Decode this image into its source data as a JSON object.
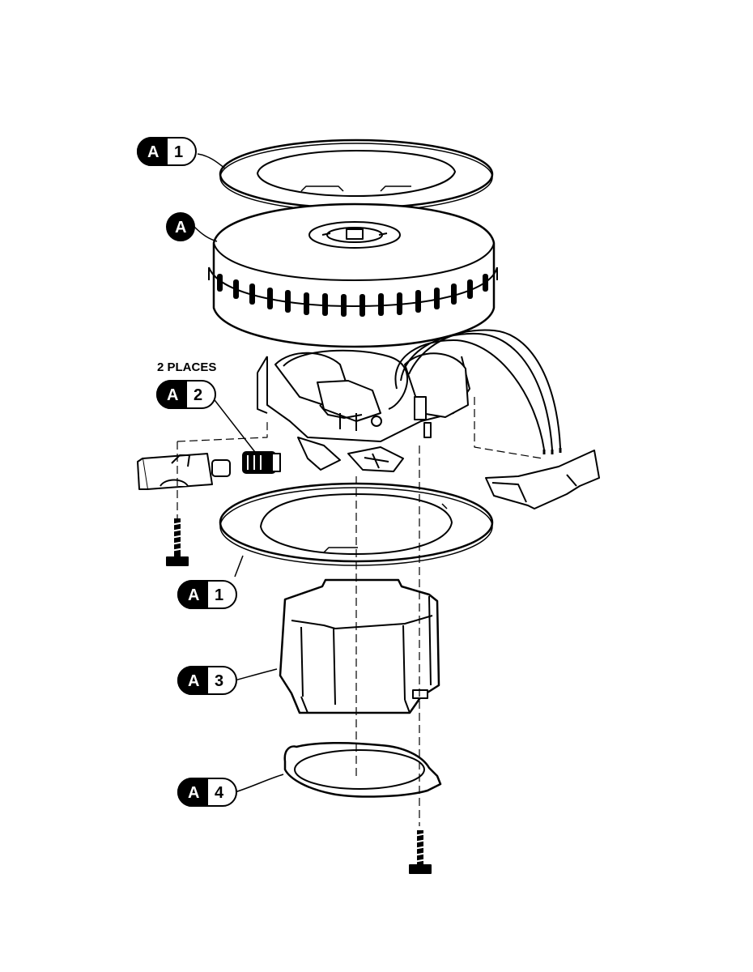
{
  "note": "2 PLACES",
  "callouts": [
    {
      "id": "a1-top",
      "letter": "A",
      "number": "1"
    },
    {
      "id": "a",
      "letter": "A",
      "number": ""
    },
    {
      "id": "a2",
      "letter": "A",
      "number": "2"
    },
    {
      "id": "a1-bottom",
      "letter": "A",
      "number": "1"
    },
    {
      "id": "a3",
      "letter": "A",
      "number": "3"
    },
    {
      "id": "a4",
      "letter": "A",
      "number": "4"
    }
  ],
  "colors": {
    "ink": "#000000",
    "paper": "#ffffff",
    "shade": "#dcdcdc"
  }
}
